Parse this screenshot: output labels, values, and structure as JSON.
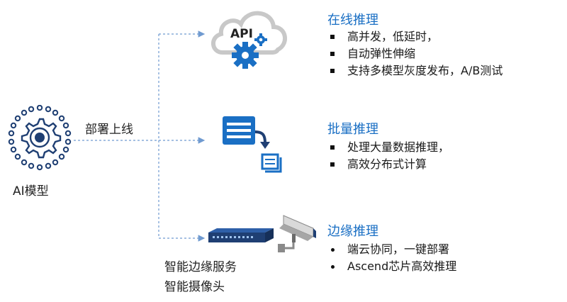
{
  "source": {
    "caption": "AI模型",
    "connector_label": "部署上线"
  },
  "targets": {
    "online": {
      "icon_text": "API",
      "heading": "在线推理",
      "bullets": [
        "高并发，低延时，",
        "自动弹性伸缩",
        "支持多模型灰度发布，A/B测试"
      ]
    },
    "batch": {
      "heading": "批量推理",
      "bullets": [
        "处理大量数据推理，",
        "高效分布式计算"
      ]
    },
    "edge": {
      "heading": "边缘推理",
      "bullets": [
        "端云协同，一键部署",
        "Ascend芯片高效推理"
      ],
      "caption_line1": "智能边缘服务",
      "caption_line2": "智能摄像头"
    }
  },
  "colors": {
    "accent": "#1a6fc4",
    "icon_dark": "#1f3f73",
    "connector": "#6f9ad0",
    "cloud_outline": "#c8c8c8"
  }
}
